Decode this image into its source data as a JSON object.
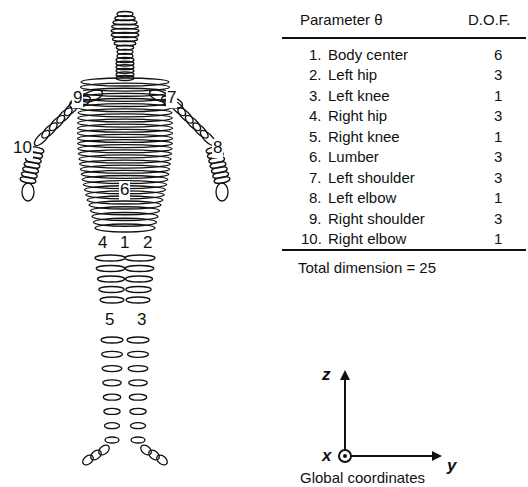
{
  "diagram": {
    "labels": [
      "9",
      "7",
      "10",
      "8",
      "6",
      "4",
      "1",
      "2",
      "5",
      "3",
      "Parameter θ",
      "D.O.F.",
      "1.",
      "Body center",
      "6",
      "2.",
      "Left hip",
      "3",
      "3.",
      "Left knee",
      "1",
      "4.",
      "Right hip",
      "3",
      "5.",
      "Right knee",
      "1",
      "6.",
      "Lumber",
      "3",
      "7.",
      "Left shoulder",
      "3",
      "8.",
      "Left elbow",
      "1",
      "9.",
      "Right shoulder",
      "3",
      "10.",
      "Right elbow",
      "1",
      "Total dimension = 25",
      "z",
      "y",
      "x",
      "Global coordinates"
    ]
  }
}
